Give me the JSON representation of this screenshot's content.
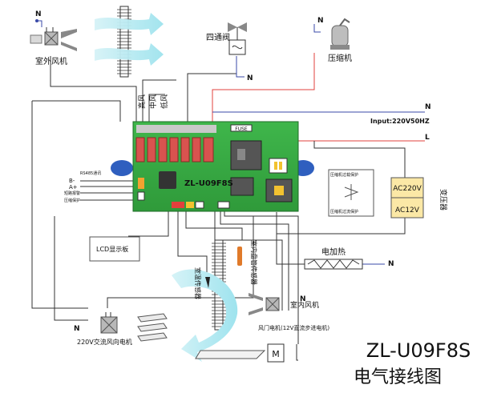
{
  "outdoor_fan": {
    "label": "室外风机",
    "neutral": "N"
  },
  "four_way_valve": {
    "label": "四通阀",
    "neutral": "N"
  },
  "compressor": {
    "label": "压缩机",
    "neutral": "N"
  },
  "relay_labels": [
    "高风",
    "中风",
    "低风"
  ],
  "board": {
    "model": "ZL-U09F8S",
    "fuse": "FUSE",
    "left_ports": [
      "RS485通讯",
      "B-",
      "A+",
      "短路报警",
      "压缩保护"
    ]
  },
  "power": {
    "input": "Input:220V50HZ",
    "neutral": "N",
    "live": "L"
  },
  "protector": {
    "top": "压缩机过载保护",
    "bottom": "压缩机过流保护"
  },
  "transformer": {
    "top": "AC220V",
    "bottom": "AC12V",
    "label": "变压器"
  },
  "lcd": {
    "label": "LCD显示板"
  },
  "heater": {
    "label": "电加热",
    "neutral": "N"
  },
  "sensors": {
    "coil": "室内盘管传感器",
    "room": "室温传感器"
  },
  "indoor_fan": {
    "label": "室内风机",
    "neutral": "N"
  },
  "swing_motor": {
    "label": "220V交流风向电机",
    "neutral": "N"
  },
  "damper_motor": {
    "label": "风门电机(12V直流步进电机)"
  },
  "title": {
    "model": "ZL-U09F8S",
    "subtitle": "电气接线图"
  }
}
